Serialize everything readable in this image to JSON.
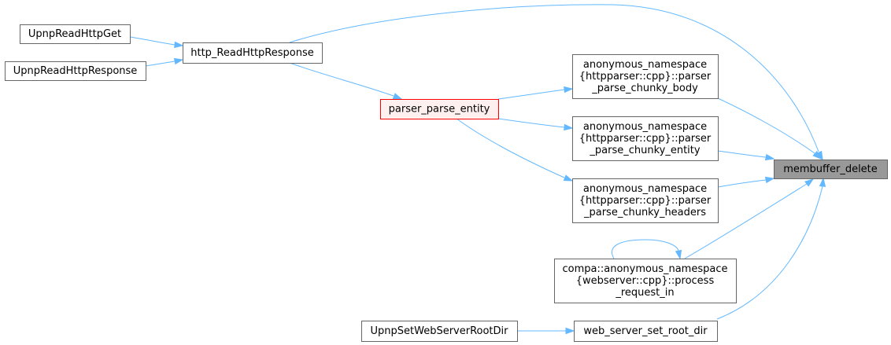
{
  "graph": {
    "colors": {
      "node_fill": "#ffffff",
      "node_border": "#666666",
      "focus_fill": "#999999",
      "focus_border": "#666666",
      "highlight_fill": "#fff0f0",
      "highlight_border": "#ff0000",
      "edge": "#63b8ff",
      "text": "#000000"
    },
    "nodes": [
      {
        "id": "membuffer_delete",
        "lines": [
          "membuffer_delete"
        ],
        "style": "focus"
      },
      {
        "id": "UpnpReadHttpGet",
        "lines": [
          "UpnpReadHttpGet"
        ],
        "style": "normal"
      },
      {
        "id": "UpnpReadHttpResponse",
        "lines": [
          "UpnpReadHttpResponse"
        ],
        "style": "normal"
      },
      {
        "id": "http_ReadHttpResponse",
        "lines": [
          "http_ReadHttpResponse"
        ],
        "style": "normal"
      },
      {
        "id": "parser_parse_entity",
        "lines": [
          "parser_parse_entity"
        ],
        "style": "highlight"
      },
      {
        "id": "parser_parse_chunky_body",
        "lines": [
          "anonymous_namespace",
          "{httpparser::cpp}::parser",
          "_parse_chunky_body"
        ],
        "style": "normal"
      },
      {
        "id": "parser_parse_chunky_entity",
        "lines": [
          "anonymous_namespace",
          "{httpparser::cpp}::parser",
          "_parse_chunky_entity"
        ],
        "style": "normal"
      },
      {
        "id": "parser_parse_chunky_headers",
        "lines": [
          "anonymous_namespace",
          "{httpparser::cpp}::parser",
          "_parse_chunky_headers"
        ],
        "style": "normal"
      },
      {
        "id": "process_request_in",
        "lines": [
          "compa::anonymous_namespace",
          "{webserver::cpp}::process",
          "_request_in"
        ],
        "style": "normal"
      },
      {
        "id": "UpnpSetWebServerRootDir",
        "lines": [
          "UpnpSetWebServerRootDir"
        ],
        "style": "normal"
      },
      {
        "id": "web_server_set_root_dir",
        "lines": [
          "web_server_set_root_dir"
        ],
        "style": "normal"
      }
    ],
    "edges": [
      {
        "from": "UpnpReadHttpGet",
        "to": "http_ReadHttpResponse"
      },
      {
        "from": "UpnpReadHttpResponse",
        "to": "http_ReadHttpResponse"
      },
      {
        "from": "http_ReadHttpResponse",
        "to": "membuffer_delete"
      },
      {
        "from": "http_ReadHttpResponse",
        "to": "parser_parse_entity"
      },
      {
        "from": "parser_parse_entity",
        "to": "parser_parse_chunky_body"
      },
      {
        "from": "parser_parse_entity",
        "to": "parser_parse_chunky_entity"
      },
      {
        "from": "parser_parse_entity",
        "to": "parser_parse_chunky_headers"
      },
      {
        "from": "parser_parse_chunky_body",
        "to": "membuffer_delete"
      },
      {
        "from": "parser_parse_chunky_entity",
        "to": "membuffer_delete"
      },
      {
        "from": "parser_parse_chunky_headers",
        "to": "membuffer_delete"
      },
      {
        "from": "process_request_in",
        "to": "membuffer_delete"
      },
      {
        "from": "process_request_in",
        "to": "process_request_in"
      },
      {
        "from": "web_server_set_root_dir",
        "to": "membuffer_delete"
      },
      {
        "from": "UpnpSetWebServerRootDir",
        "to": "web_server_set_root_dir"
      }
    ]
  }
}
